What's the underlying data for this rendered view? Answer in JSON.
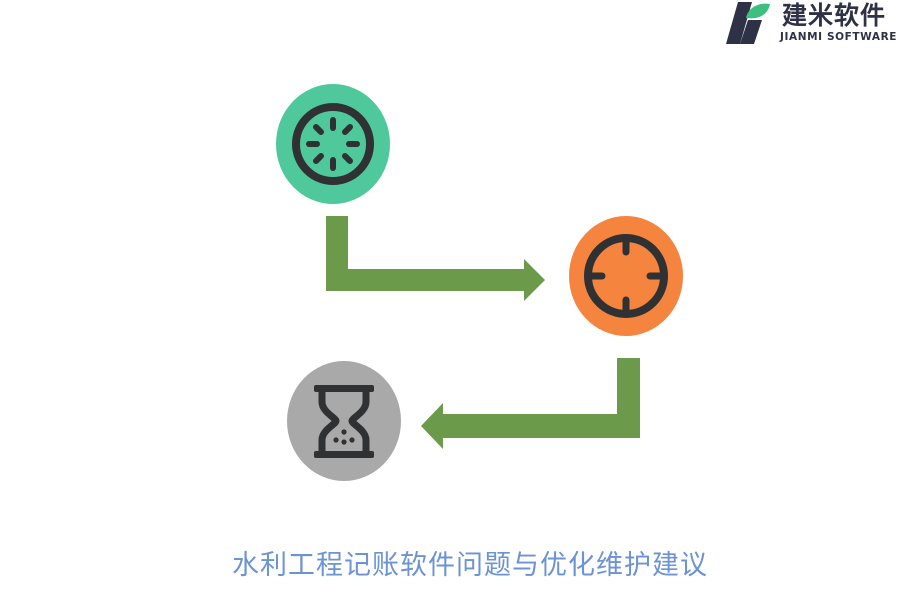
{
  "brand": {
    "name_cn": "建米软件",
    "name_en": "JIANMI SOFTWARE",
    "logo_icon": "jianmi-logo-icon"
  },
  "flow": {
    "steps": [
      {
        "icon": "loading-spinner-icon",
        "color": "#4fc99c"
      },
      {
        "icon": "crosshair-target-icon",
        "color": "#f5843f"
      },
      {
        "icon": "hourglass-icon",
        "color": "#a9a9a9"
      }
    ],
    "arrow_color": "#6b9a4a",
    "icon_stroke_color": "#2f3133"
  },
  "caption": {
    "text": "水利工程记账软件问题与优化维护建议",
    "color": "#6c93d3"
  }
}
